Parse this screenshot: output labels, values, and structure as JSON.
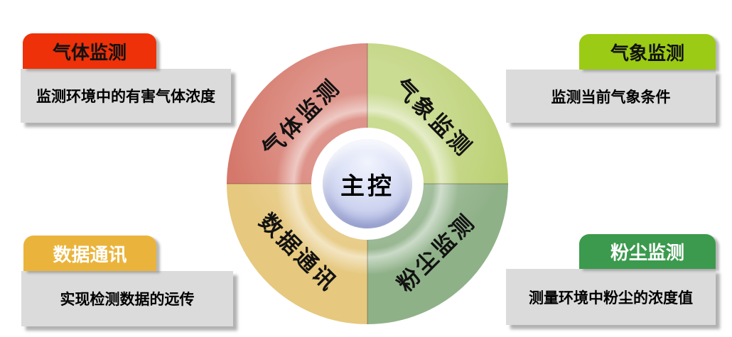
{
  "diagram": {
    "type": "cycle-wheel",
    "center": {
      "label": "主控",
      "color": "#CDD3EF"
    },
    "segments": [
      {
        "label": "气体监测",
        "position": "top-left",
        "color": "#D5776A"
      },
      {
        "label": "气象监测",
        "position": "top-right",
        "color": "#BCD174"
      },
      {
        "label": "数据通讯",
        "position": "bottom-left",
        "color": "#E6C87E"
      },
      {
        "label": "粉尘监测",
        "position": "bottom-right",
        "color": "#8FB188"
      }
    ],
    "callouts": [
      {
        "title": "气体监测",
        "description": "监测环境中的有害气体浓度",
        "title_bg": "#EE3108",
        "title_text_color": "#121212",
        "position": "top-left"
      },
      {
        "title": "气象监测",
        "description": "监测当前气象条件",
        "title_bg": "#9BCB15",
        "title_text_color": "#121212",
        "position": "top-right"
      },
      {
        "title": "数据通讯",
        "description": "实现检测数据的远传",
        "title_bg": "#EAB43C",
        "title_text_color": "#FFFFFF",
        "position": "bottom-left"
      },
      {
        "title": "粉尘监测",
        "description": "测量环境中粉尘的浓度值",
        "title_bg": "#3B9A4D",
        "title_text_color": "#FFFFFF",
        "position": "bottom-right"
      }
    ],
    "description_box_bg": "#DBDBDB"
  }
}
